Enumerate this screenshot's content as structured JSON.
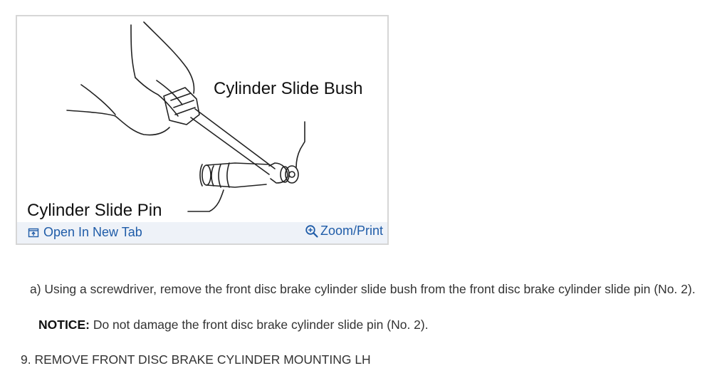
{
  "figure": {
    "label_bush": "Cylinder Slide Bush",
    "label_pin": "Cylinder Slide Pin",
    "open_tab_label": "Open In New Tab",
    "zoom_label": "Zoom/Print",
    "open_tab_icon": "open-in-new-tab-icon",
    "zoom_icon": "magnifier-plus-icon",
    "link_color": "#1f5ca8",
    "footer_bg": "#eef2f8"
  },
  "instructions": {
    "step_a": "a) Using a screwdriver, remove the front disc brake cylinder slide bush from the front disc brake cylinder slide pin (No. 2).",
    "notice_label": "NOTICE:",
    "notice_text": " Do not damage the front disc brake cylinder slide pin (No. 2).",
    "step_9": "9. REMOVE FRONT DISC BRAKE CYLINDER MOUNTING LH"
  }
}
